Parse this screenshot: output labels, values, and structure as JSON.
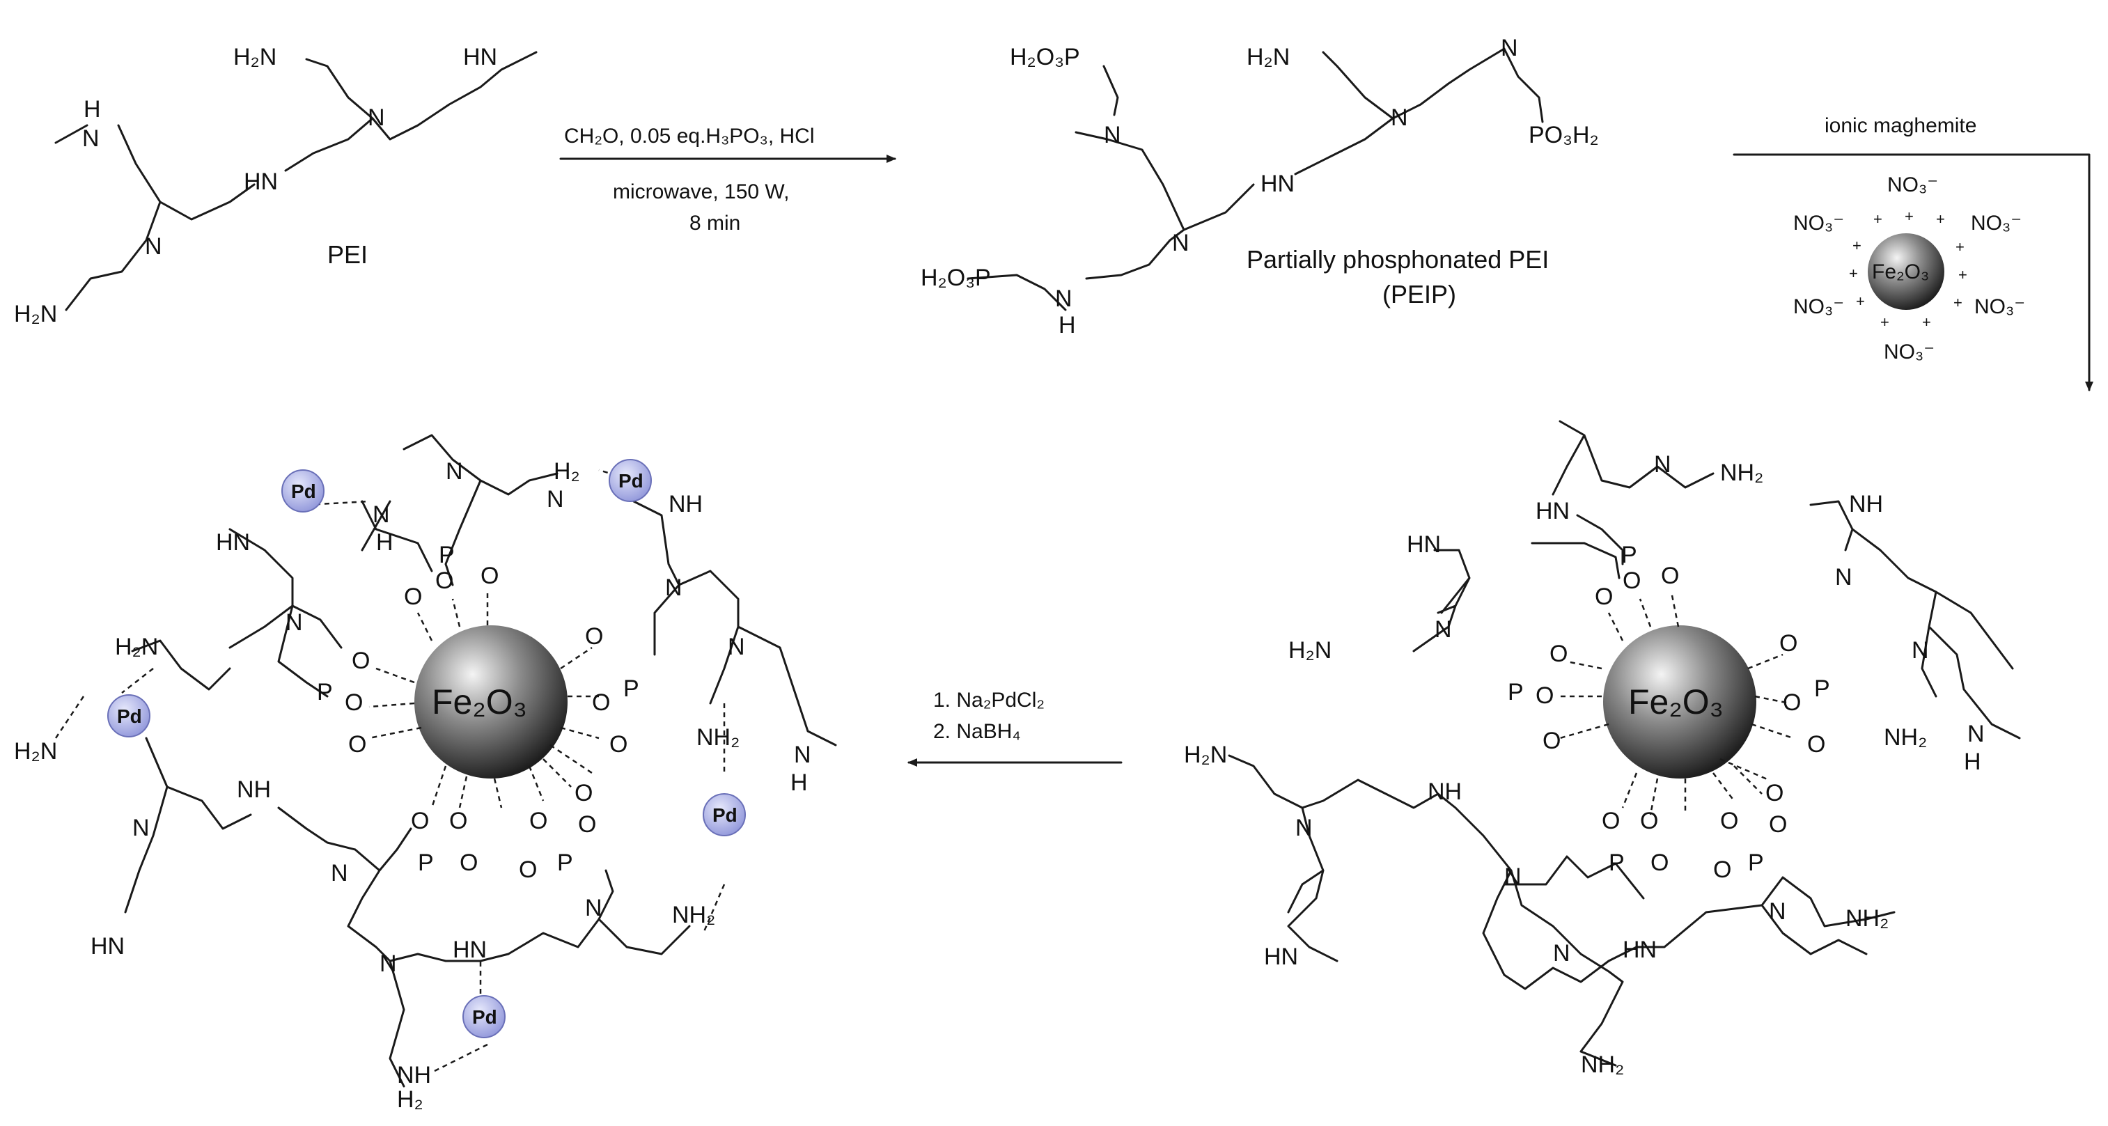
{
  "scheme": {
    "step1": {
      "reagent_line1": "CH₂O, 0.05 eq.H₃PO₃, HCl",
      "reagent_line2": "microwave, 150 W,",
      "reagent_line3": "8 min"
    },
    "step2": {
      "reagent": "ionic maghemite",
      "nitrate_label": "NO₃⁻",
      "core_label": "Fe₂O₃"
    },
    "step3": {
      "reagent_line1": "1. Na₂PdCl₂",
      "reagent_line2": "2. NaBH₄"
    }
  },
  "compounds": {
    "pei": {
      "name": "PEI"
    },
    "peip": {
      "name": "Partially phosphonated  PEI",
      "abbrev": "(PEIP)"
    },
    "nanoparticle": {
      "core_label": "Fe₂O₃"
    },
    "catalyst": {
      "core_label": "Fe₂O₃",
      "metal_label": "Pd"
    }
  },
  "atom_labels": {
    "H2N": "H₂N",
    "NH2": "NH₂",
    "HN": "HN",
    "NH": "NH",
    "N": "N",
    "H": "H",
    "H2": "H₂",
    "O": "O",
    "P": "P",
    "H2O3P": "H₂O₃P",
    "PO3H2": "PO₃H₂"
  },
  "colors": {
    "line": "#1a1a1a",
    "pd_fill": "#a9aee6",
    "pd_stroke": "#6a70b8",
    "core_dark": "#1e1e1e",
    "core_light": "#f4f4f4"
  }
}
